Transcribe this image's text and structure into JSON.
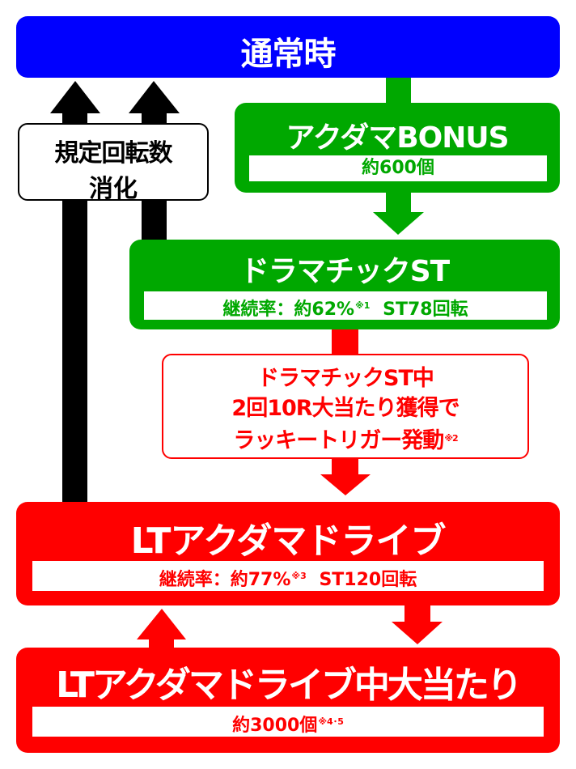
{
  "colors": {
    "blue": "#0000ff",
    "green": "#00a800",
    "red": "#ff0000",
    "black": "#000000"
  },
  "normal": {
    "title": "通常時"
  },
  "loop_label": {
    "line1": "規定回転数",
    "line2": "消化"
  },
  "bonus": {
    "title": "アクダマBONUS",
    "detail": "約600個"
  },
  "dramatic_st": {
    "title": "ドラマチックST",
    "detail": "継続率：約62%",
    "note": "※1",
    "spins": "ST78回転"
  },
  "trigger": {
    "line1": "ドラマチックST中",
    "line2": "2回10R大当たり獲得で",
    "line3": "ラッキートリガー発動",
    "note": "※2"
  },
  "lt_drive": {
    "title": "LTアクダマドライブ",
    "detail": "継続率：約77%",
    "note": "※3",
    "spins": "ST120回転"
  },
  "lt_hit": {
    "title": "LTアクダマドライブ中大当たり",
    "detail": "約3000個",
    "note": "※4･5"
  }
}
